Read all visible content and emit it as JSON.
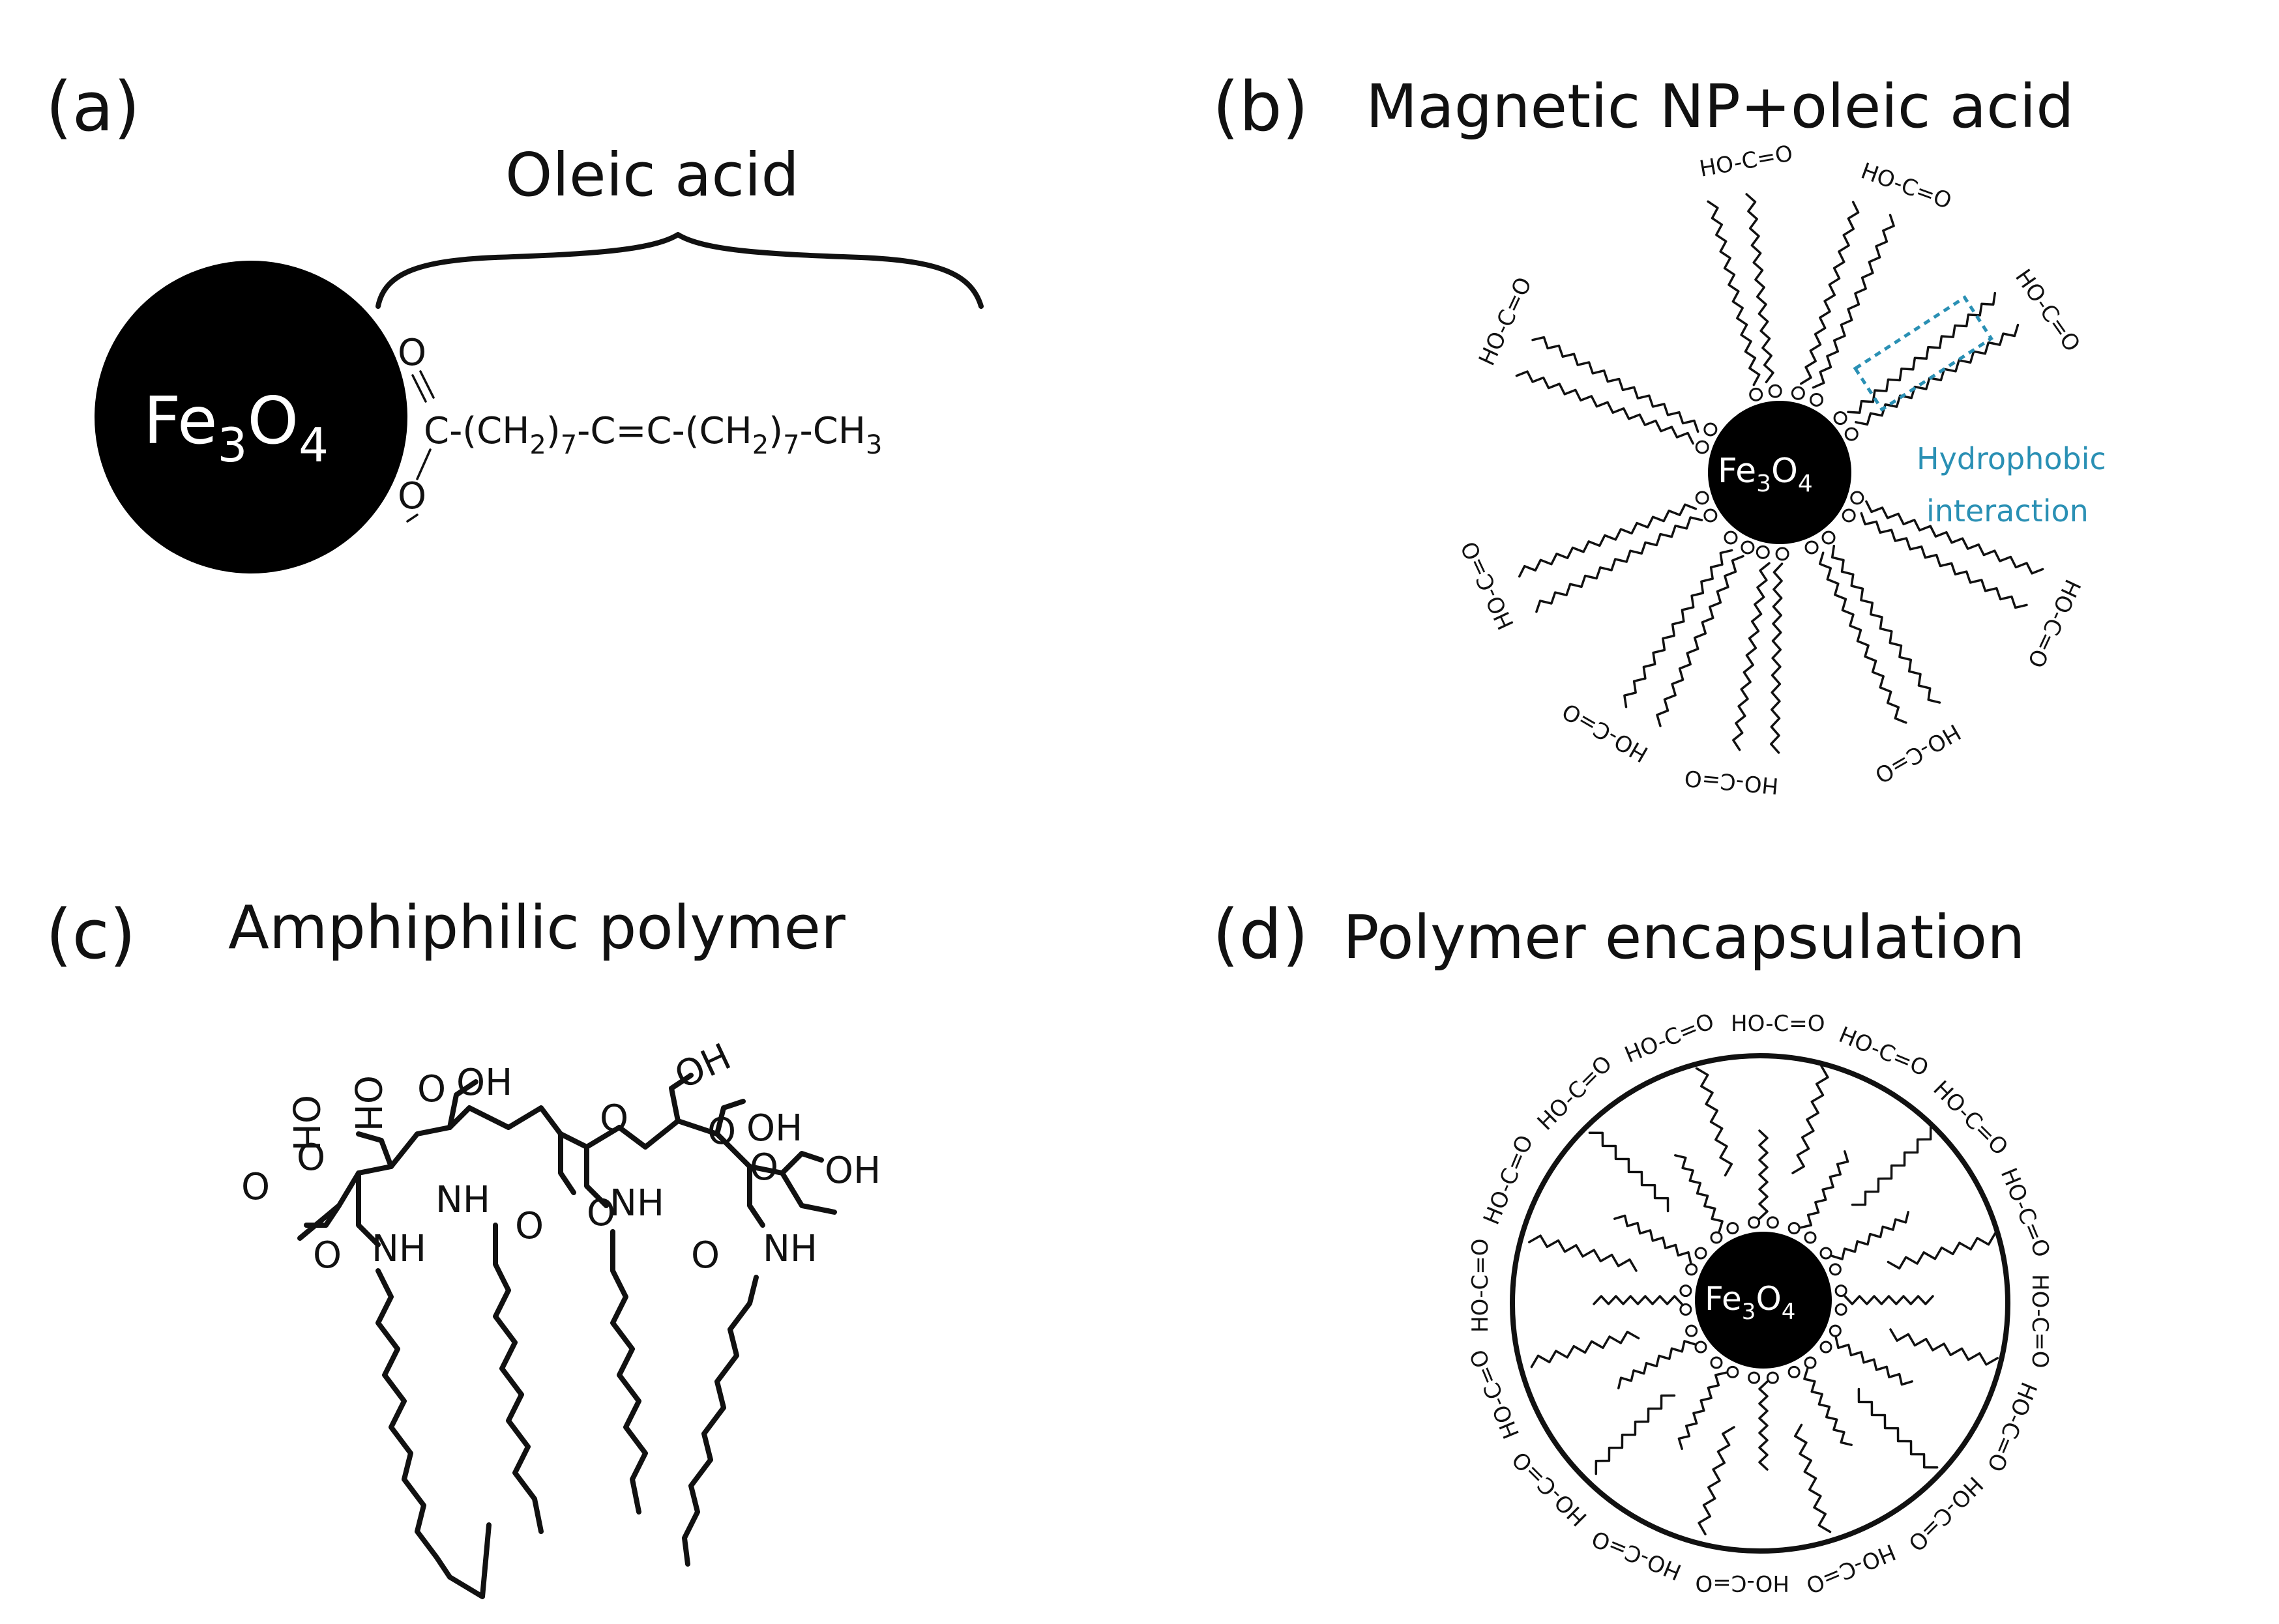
{
  "panels": {
    "a": {
      "label": "(a)",
      "title": "Oleic acid",
      "core": {
        "base1": "Fe",
        "sub1": "3",
        "base2": "O",
        "sub2": "4"
      },
      "carbonyl_o": "O",
      "ester_o": "O",
      "formula": {
        "p1": "C-(CH",
        "s1": "2",
        "p2": ")",
        "s2": "7",
        "p3": "-C=C-(CH",
        "s3": "2",
        "p4": ")",
        "s4": "7",
        "p5": "-CH",
        "s5": "3"
      }
    },
    "b": {
      "label": "(b)",
      "title": "Magnetic NP+oleic acid",
      "core": {
        "base1": "Fe",
        "sub1": "3",
        "base2": "O",
        "sub2": "4"
      },
      "annotation_line1": "Hydrophobic",
      "annotation_line2": "interaction",
      "annotation_color": "#2a90b4",
      "terminal_group": "HO-C=O"
    },
    "c": {
      "label": "(c)",
      "title": "Amphiphilic polymer",
      "groups": {
        "cooh": "OH",
        "carbonyl": "O",
        "amide": "NH"
      }
    },
    "d": {
      "label": "(d)",
      "title": "Polymer encapsulation",
      "core": {
        "base1": "Fe",
        "sub1": "3",
        "base2": "O",
        "sub2": "4"
      },
      "terminal_group": "HO-C=O"
    }
  }
}
